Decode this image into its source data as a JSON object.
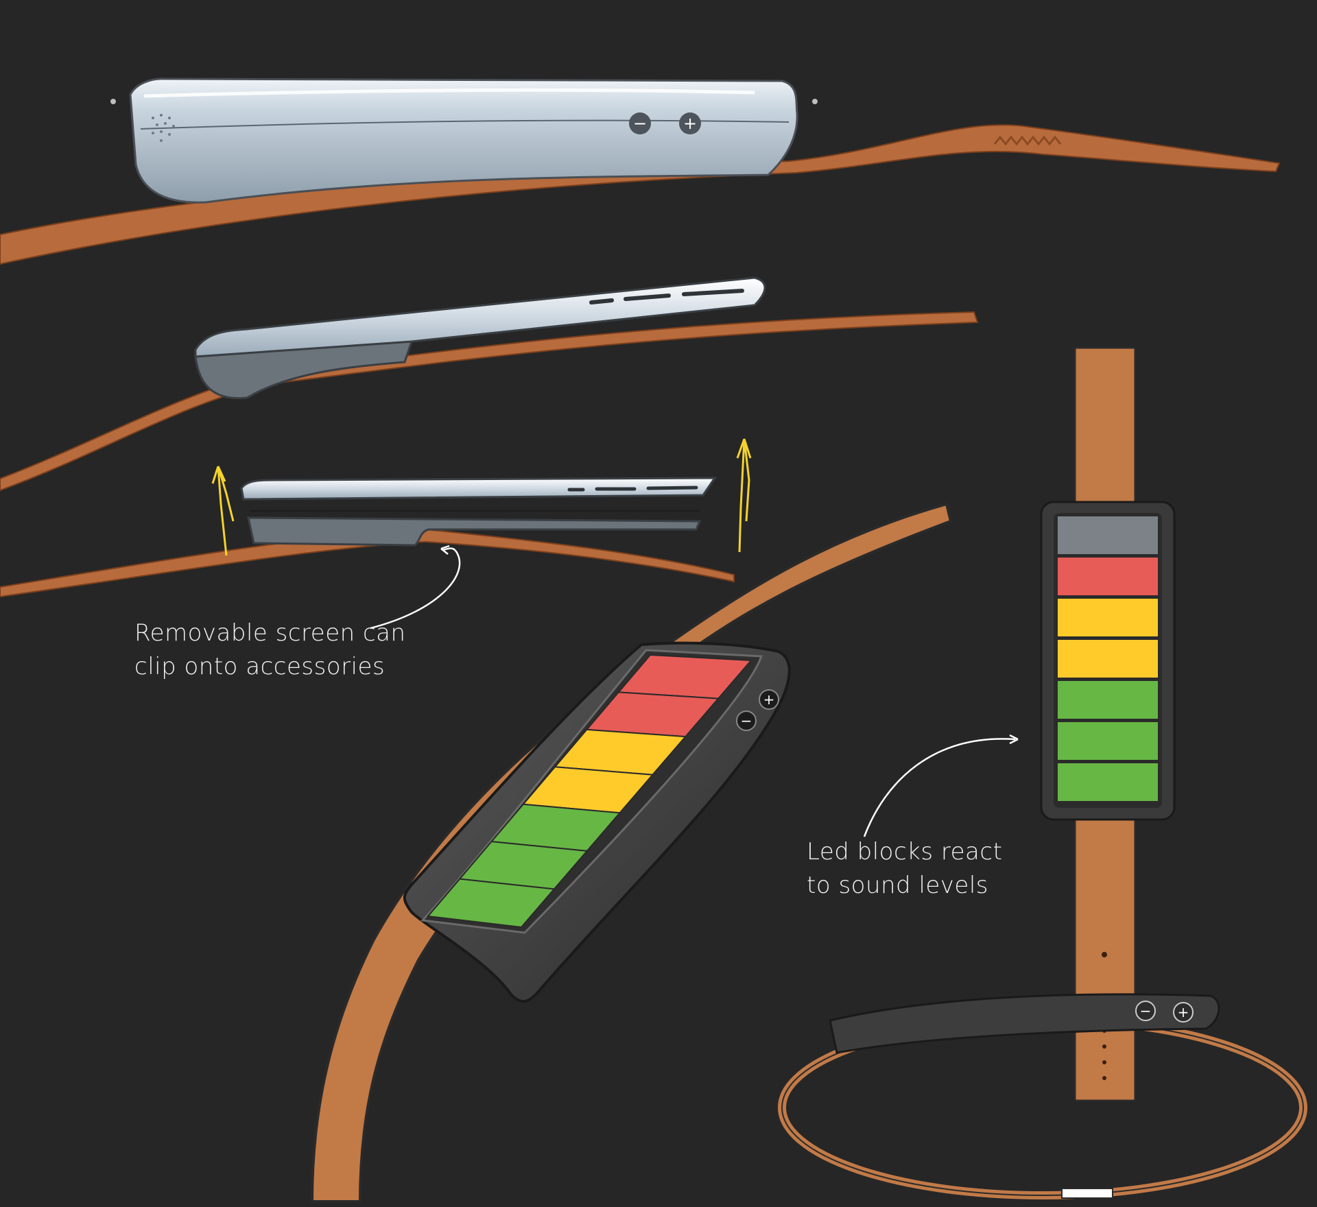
{
  "annotations": {
    "removable_screen": {
      "line1": "Removable screen can",
      "line2": "clip onto accessories"
    },
    "led_blocks": {
      "line1": "Led blocks react",
      "line2": "to sound levels"
    }
  },
  "buttons": {
    "minus_symbol": "−",
    "plus_symbol": "+"
  },
  "led_colors": {
    "gray": "#7d8289",
    "red": "#e85c58",
    "yellow": "#fecb2b",
    "green": "#67b745"
  },
  "led_stack_vertical": [
    "gray",
    "red",
    "yellow",
    "yellow",
    "green",
    "green",
    "green"
  ],
  "led_stack_angled": [
    "red",
    "red",
    "yellow",
    "yellow",
    "green",
    "green",
    "green"
  ],
  "strap_color": "#c27a47",
  "device_silver": "#a9bac7",
  "device_dark": "#3a3a3a",
  "arrow_color": "#f5d32b"
}
